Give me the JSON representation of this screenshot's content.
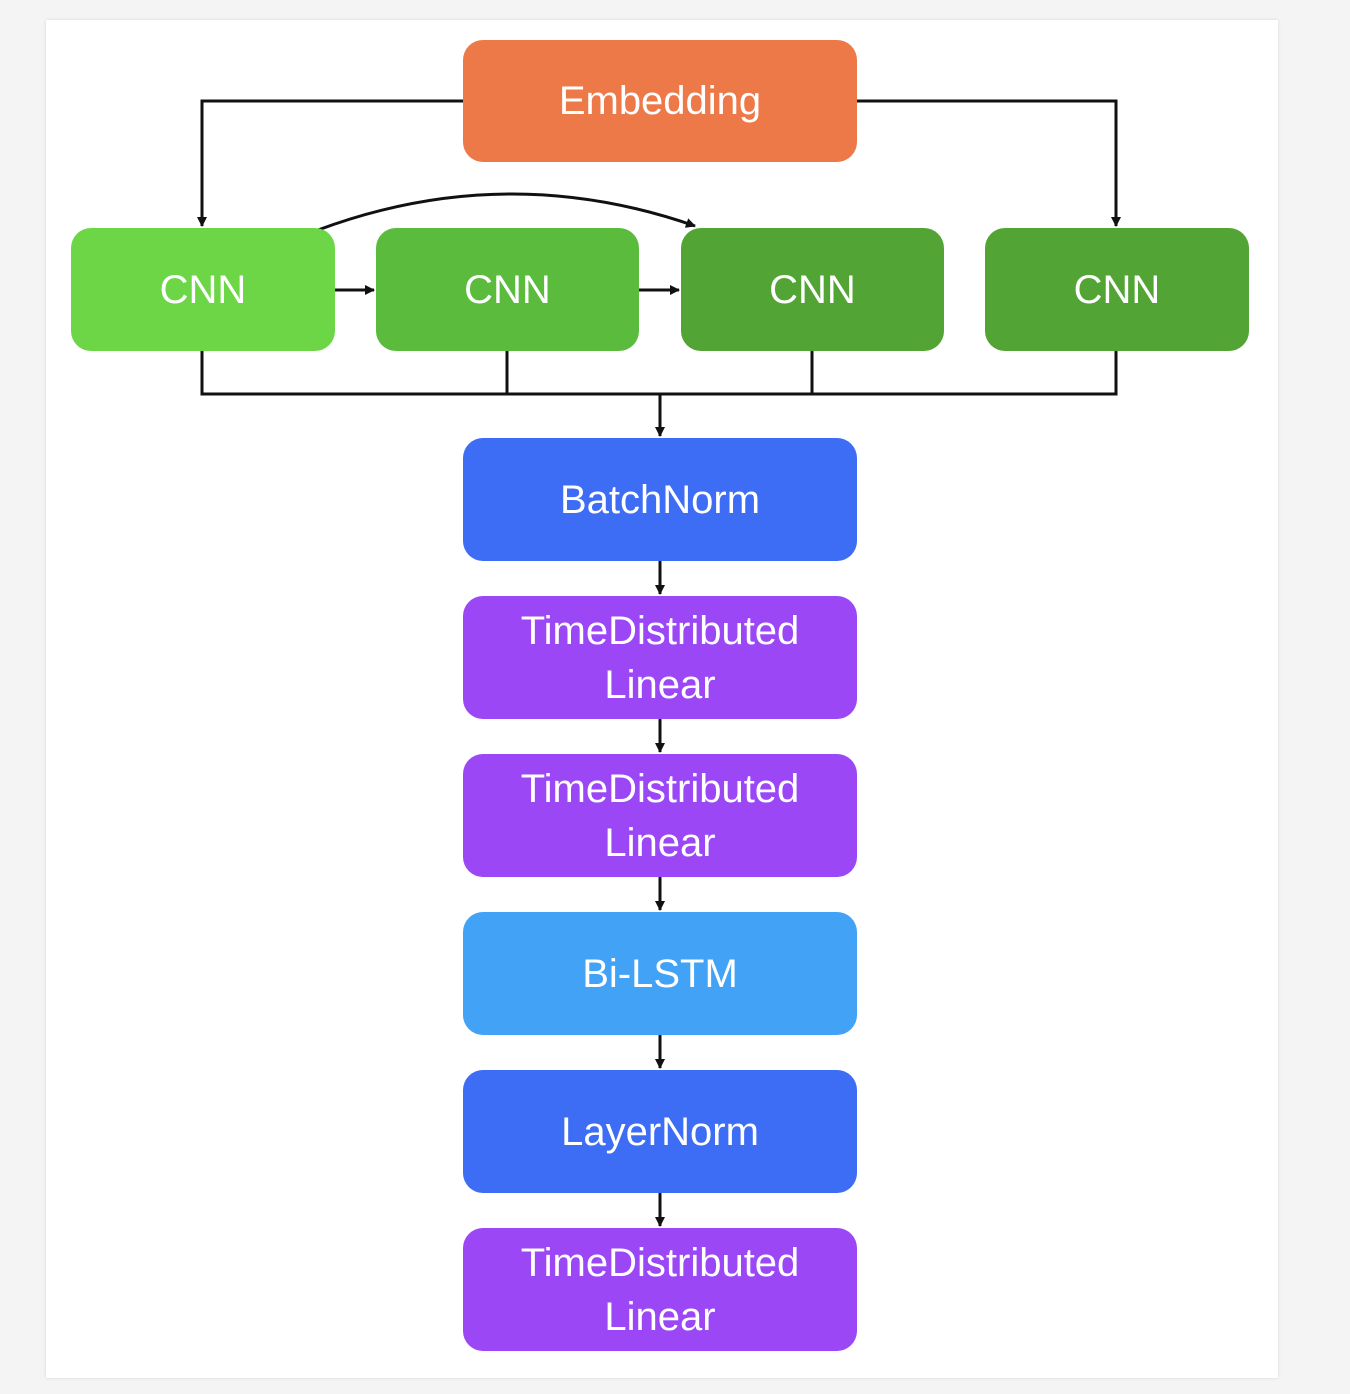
{
  "colors": {
    "embedding": "#ed7848",
    "cnn_1": "#6cd646",
    "cnn_2": "#5bbb3c",
    "cnn_3": "#52a434",
    "cnn_4": "#52a434",
    "batchnorm": "#3d6cf5",
    "td_linear": "#9b47f6",
    "bilstm": "#42a2f6",
    "layernorm": "#3d6cf5",
    "edge": "#111111",
    "text": "#ffffff"
  },
  "nodes": {
    "embedding": "Embedding",
    "cnn_1": "CNN",
    "cnn_2": "CNN",
    "cnn_3": "CNN",
    "cnn_4": "CNN",
    "batchnorm": "BatchNorm",
    "td_linear_1": "TimeDistributed\nLinear",
    "td_linear_2": "TimeDistributed\nLinear",
    "bilstm": "Bi-LSTM",
    "layernorm": "LayerNorm",
    "td_linear_3": "TimeDistributed\nLinear"
  }
}
